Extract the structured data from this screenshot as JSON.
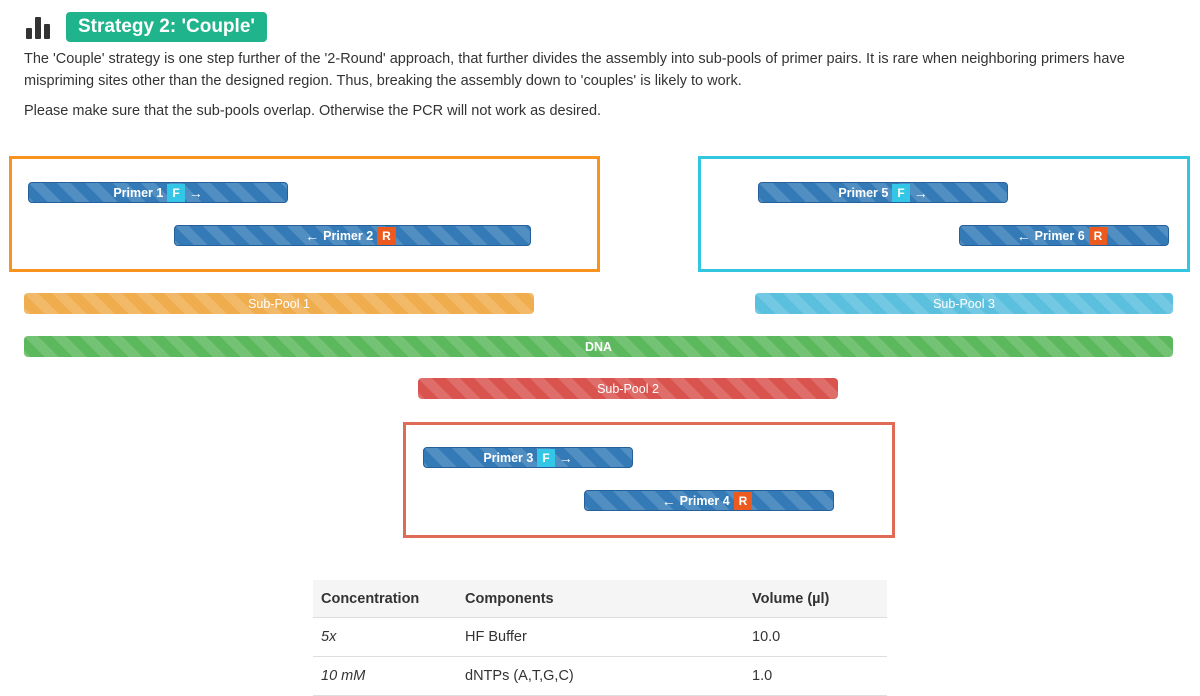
{
  "header": {
    "title": "Strategy 2: 'Couple'",
    "icon": "bar-chart-icon"
  },
  "intro": {
    "p1": "The 'Couple' strategy is one step further of the '2-Round' approach, that further divides the assembly into sub-pools of primer pairs. It is rare when neighboring primers have mispriming sites other than the designed region. Thus, breaking the assembly down to 'couples' is likely to work.",
    "p2": "Please make sure that the sub-pools overlap. Otherwise the PCR will not work as desired."
  },
  "colors": {
    "primer": "#337ab7",
    "forward_tag": "#33c6e6",
    "reverse_tag": "#ec5a1f",
    "pool1": "#f0ad4e",
    "pool2": "#d9534f",
    "pool3": "#5bc0de",
    "dna": "#5cb85c",
    "box1": "#f7931e",
    "box2": "#df6b56",
    "box3": "#33c6e0"
  },
  "primers": {
    "p1": {
      "label": "Primer 1",
      "tag": "F",
      "arrow": "→"
    },
    "p2": {
      "label": "Primer 2",
      "tag": "R",
      "arrow": "←"
    },
    "p3": {
      "label": "Primer 3",
      "tag": "F",
      "arrow": "→"
    },
    "p4": {
      "label": "Primer 4",
      "tag": "R",
      "arrow": "←"
    },
    "p5": {
      "label": "Primer 5",
      "tag": "F",
      "arrow": "→"
    },
    "p6": {
      "label": "Primer 6",
      "tag": "R",
      "arrow": "←"
    }
  },
  "pools": {
    "pool1": "Sub-Pool 1",
    "pool2": "Sub-Pool 2",
    "pool3": "Sub-Pool 3",
    "dna": "DNA"
  },
  "table": {
    "headers": [
      "Concentration",
      "Components",
      "Volume (µl)"
    ],
    "rows": [
      [
        "5x",
        "HF Buffer",
        "10.0"
      ],
      [
        "10 mM",
        "dNTPs (A,T,G,C)",
        "1.0"
      ]
    ]
  }
}
